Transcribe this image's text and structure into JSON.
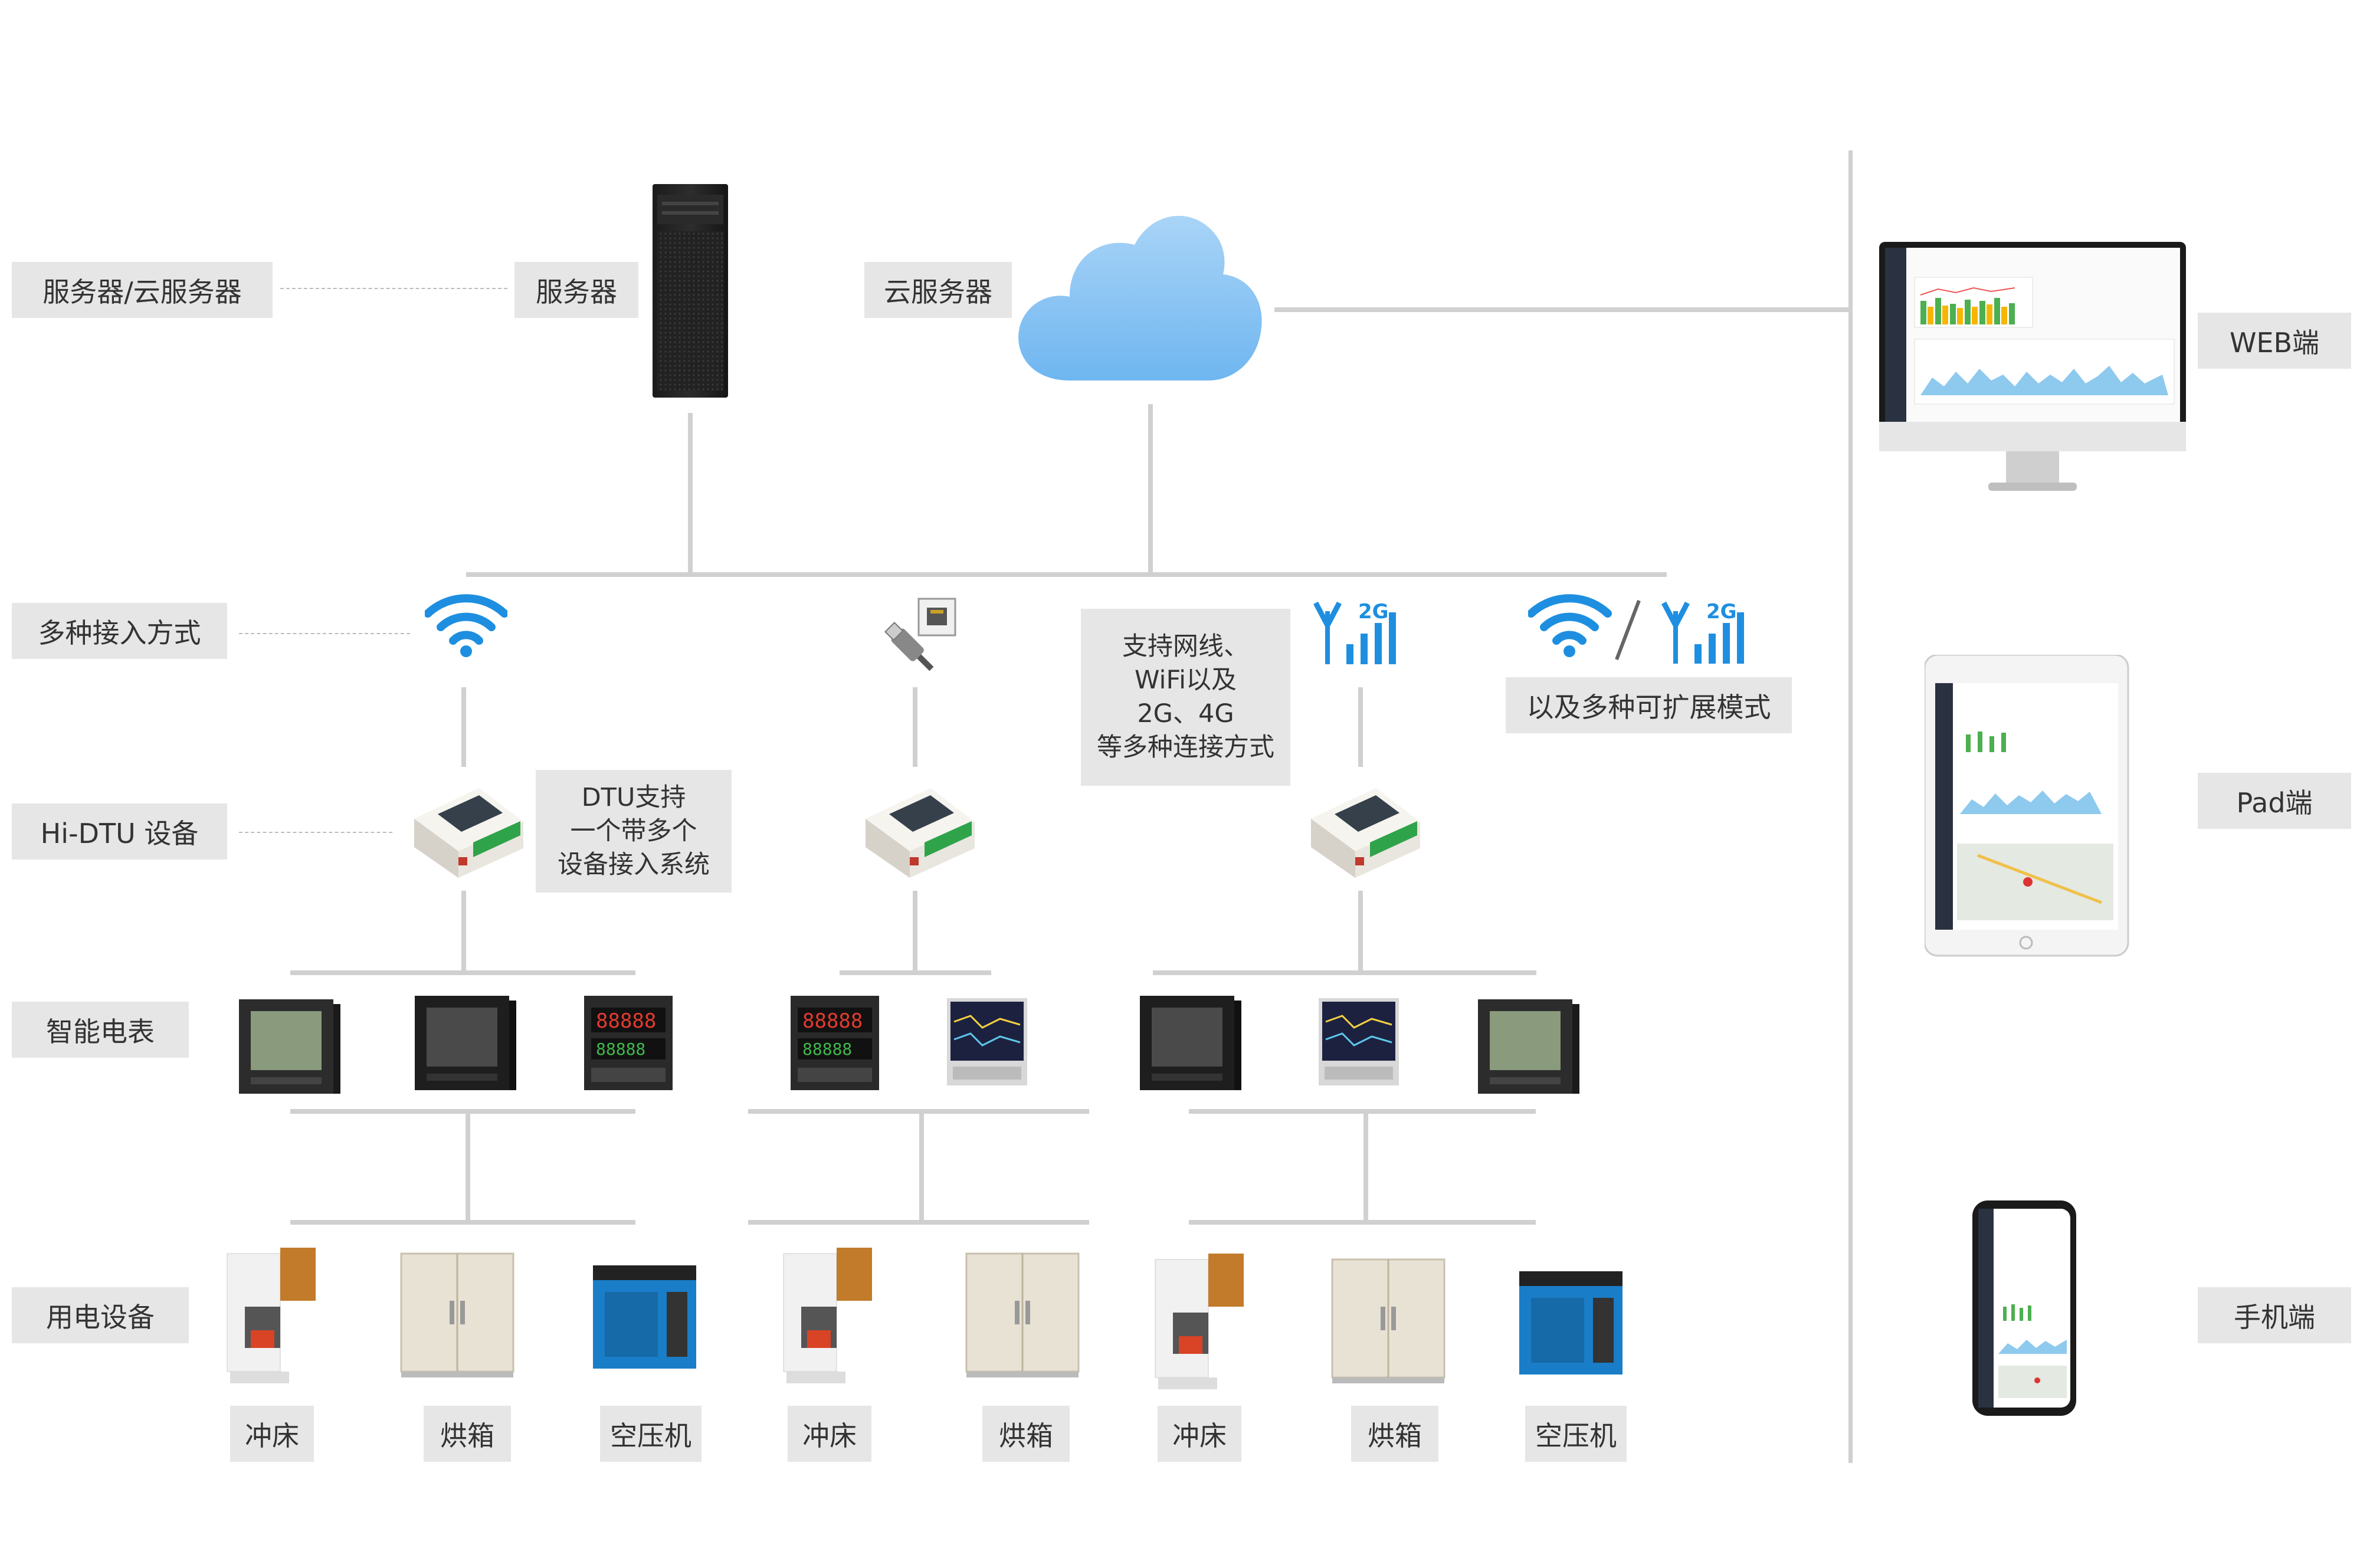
{
  "row_labels": {
    "server": "服务器/云服务器",
    "access": "多种接入方式",
    "dtu": "Hi-DTU 设备",
    "meter": "智能电表",
    "equipment": "用电设备"
  },
  "nodes": {
    "server": "服务器",
    "cloud": "云服务器"
  },
  "notes": {
    "dtu_support": [
      "DTU支持",
      "一个带多个",
      "设备接入系统"
    ],
    "network": [
      "支持网线、",
      "WiFi以及",
      "2G、4G",
      "等多种连接方式"
    ],
    "extendable": "以及多种可扩展模式"
  },
  "signal_badge": "2G",
  "clients": {
    "web": "WEB端",
    "pad": "Pad端",
    "phone": "手机端"
  },
  "equipment": [
    "冲床",
    "烘箱",
    "空压机",
    "冲床",
    "烘箱",
    "冲床",
    "烘箱",
    "空压机"
  ]
}
